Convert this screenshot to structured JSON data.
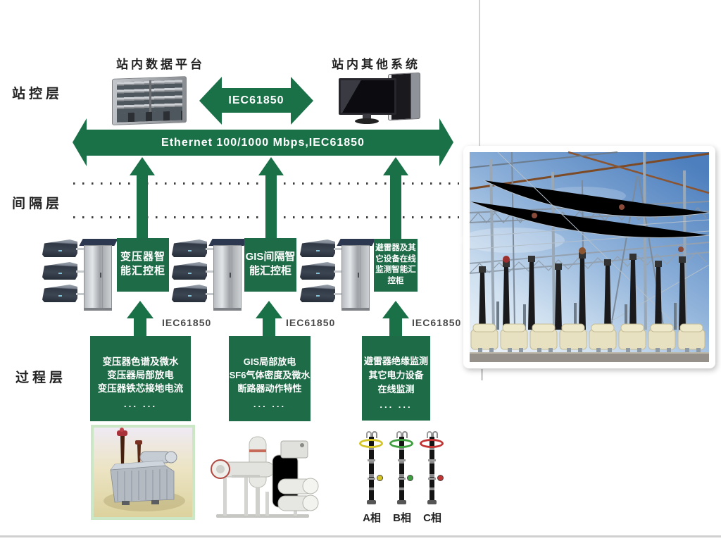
{
  "layers": {
    "station_control": "站控层",
    "bay": "间隔层",
    "process": "过程层"
  },
  "top": {
    "data_platform_label": "站内数据平台",
    "other_systems_label": "站内其他系统",
    "iec_link_label": "IEC61850",
    "ethernet_bus_label": "Ethernet 100/1000 Mbps,IEC61850"
  },
  "cabinets": [
    {
      "lines": [
        "变压器智",
        "能汇控柜"
      ]
    },
    {
      "lines": [
        "GIS间隔智",
        "能汇控柜"
      ]
    },
    {
      "lines": [
        "避雷器及其",
        "它设备在线",
        "监测智能汇",
        "控柜"
      ]
    }
  ],
  "iec_bus_labels": [
    "IEC61850",
    "IEC61850",
    "IEC61850"
  ],
  "monitor_boxes": [
    {
      "lines": [
        "变压器色谱及微水",
        "变压器局部放电",
        "变压器铁芯接地电流",
        "... ..."
      ]
    },
    {
      "lines": [
        "GIS局部放电",
        "SF6气体密度及微水",
        "断路器动作特性",
        "... ..."
      ]
    },
    {
      "lines": [
        "避雷器绝缘监测",
        "其它电力设备",
        "在线监测",
        "... ..."
      ]
    }
  ],
  "phases": [
    "A相",
    "B相",
    "C相"
  ],
  "colors": {
    "arrow_green": "#1a7148",
    "box_green": "#1e6b47",
    "iec_label_grey": "#4a4a4a",
    "photo_sky_blue": "#4d7fbe",
    "phase_a_ring": "#d4c426",
    "phase_b_ring": "#3f9e3f",
    "phase_c_ring": "#c23434"
  }
}
